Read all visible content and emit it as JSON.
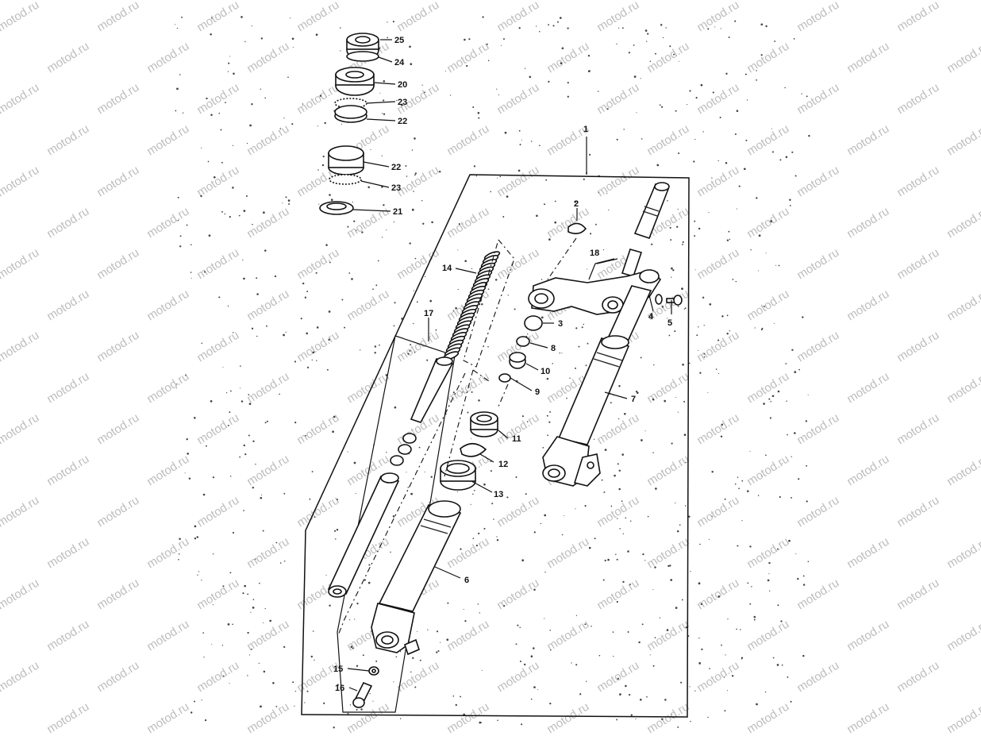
{
  "diagram": {
    "watermark_text": "motod.ru",
    "callouts": [
      {
        "id": "c1",
        "label": "1"
      },
      {
        "id": "c2",
        "label": "2"
      },
      {
        "id": "c3",
        "label": "3"
      },
      {
        "id": "c4",
        "label": "4"
      },
      {
        "id": "c5",
        "label": "5"
      },
      {
        "id": "c6",
        "label": "6"
      },
      {
        "id": "c7",
        "label": "7"
      },
      {
        "id": "c8",
        "label": "8"
      },
      {
        "id": "c9",
        "label": "9"
      },
      {
        "id": "c10",
        "label": "10"
      },
      {
        "id": "c11",
        "label": "11"
      },
      {
        "id": "c12",
        "label": "12"
      },
      {
        "id": "c13",
        "label": "13"
      },
      {
        "id": "c14",
        "label": "14"
      },
      {
        "id": "c15",
        "label": "15"
      },
      {
        "id": "c16",
        "label": "16"
      },
      {
        "id": "c17",
        "label": "17"
      },
      {
        "id": "c18",
        "label": "18"
      },
      {
        "id": "c20",
        "label": "20"
      },
      {
        "id": "c21",
        "label": "21"
      },
      {
        "id": "c22a",
        "label": "22"
      },
      {
        "id": "c22b",
        "label": "22"
      },
      {
        "id": "c23a",
        "label": "23"
      },
      {
        "id": "c23b",
        "label": "23"
      },
      {
        "id": "c24",
        "label": "24"
      },
      {
        "id": "c25",
        "label": "25"
      }
    ],
    "colors": {
      "ink": "#111111",
      "watermark": "#bdbdbd",
      "paper": "#ffffff"
    }
  }
}
